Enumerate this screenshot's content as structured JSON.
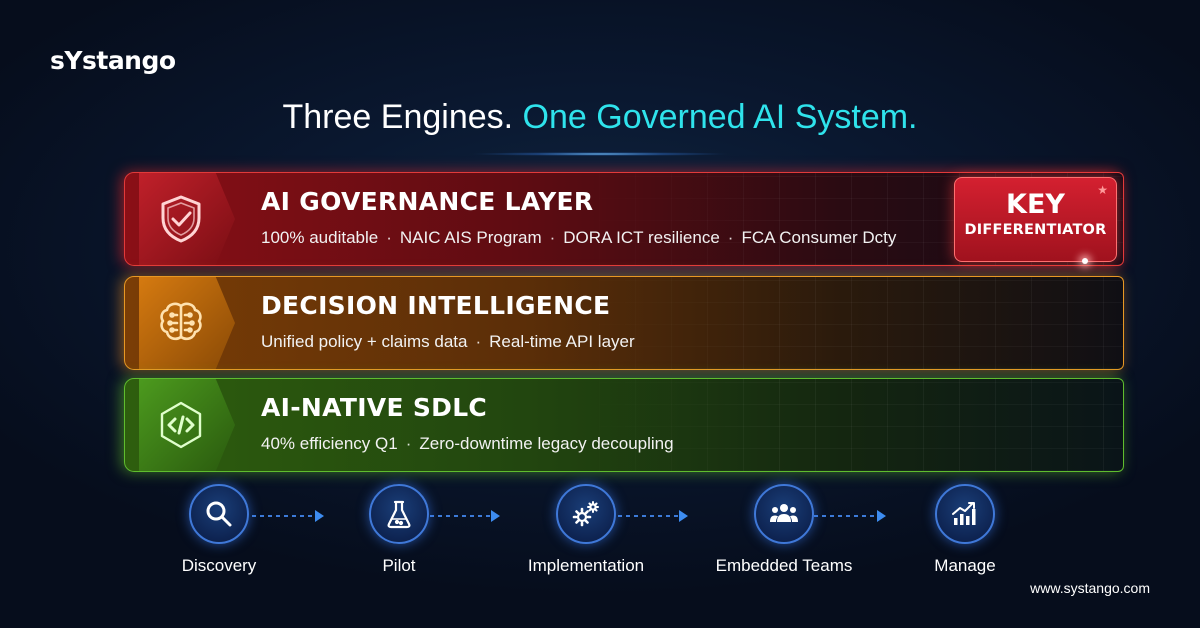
{
  "brand": {
    "logo_text": "sYstango"
  },
  "headline": {
    "part1": "Three Engines. ",
    "part2": "One Governed AI System."
  },
  "layers": [
    {
      "title": "AI GOVERNANCE LAYER",
      "icon": "shield-check-icon",
      "color": "#d11f2a",
      "items": [
        "100% auditable",
        "NAIC AIS Program",
        "DORA ICT resilience",
        "FCA Consumer Dcty"
      ]
    },
    {
      "title": "DECISION INTELLIGENCE",
      "icon": "brain-circuit-icon",
      "color": "#e08b16",
      "items": [
        "Unified policy + claims data",
        "Real-time API layer"
      ]
    },
    {
      "title": "AI-NATIVE SDLC",
      "icon": "code-icon",
      "color": "#5aa82a",
      "items": [
        "40% efficiency Q1",
        "Zero-downtime legacy decoupling"
      ]
    }
  ],
  "separator": "·",
  "badge": {
    "line1": "KEY",
    "line2": "DIFFERENTIATOR"
  },
  "steps": [
    {
      "label": "Discovery",
      "icon": "search-icon"
    },
    {
      "label": "Pilot",
      "icon": "flask-icon"
    },
    {
      "label": "Implementation",
      "icon": "gears-icon"
    },
    {
      "label": "Embedded Teams",
      "icon": "team-icon"
    },
    {
      "label": "Manage",
      "icon": "chart-growth-icon"
    }
  ],
  "footer": {
    "website": "www.systango.com"
  },
  "colors": {
    "accent": "#2fe3ec",
    "step_ring": "#3f78d8"
  }
}
